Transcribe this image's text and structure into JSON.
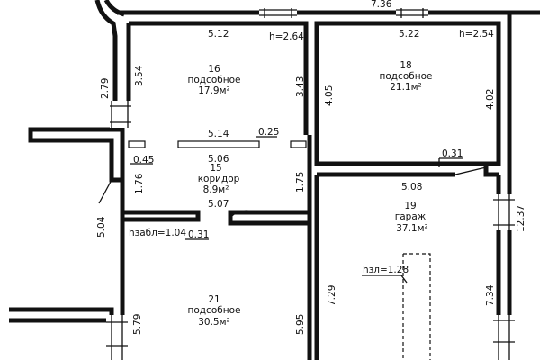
{
  "rooms": {
    "r16": {
      "number": "16",
      "name": "подсобное",
      "area": "17.9м²"
    },
    "r18": {
      "number": "18",
      "name": "подсобное",
      "area": "21.1м²"
    },
    "r15": {
      "number": "15",
      "name": "коридор",
      "area": "8.9м²"
    },
    "r19": {
      "number": "19",
      "name": "гараж",
      "area": "37.1м²"
    },
    "r21": {
      "number": "21",
      "name": "подсобное",
      "area": "30.5м²"
    }
  },
  "heights": {
    "h16": "h=2.64",
    "h18": "h=2.54",
    "h_beam": "hзабл=1.04",
    "h_pit": "hзл=1.28"
  },
  "dims": {
    "top_736": "7.36",
    "d512": "5.12",
    "d522": "5.22",
    "d279": "2.79",
    "d354": "3.54",
    "d343": "3.43",
    "d405": "4.05",
    "d402": "4.02",
    "d514": "5.14",
    "d025": "0.25",
    "d506": "5.06",
    "d031a": "0.31",
    "d045": "0.45",
    "d176": "1.76",
    "d175": "1.75",
    "d508": "5.08",
    "d507": "5.07",
    "d504": "5.04",
    "d031b": "0.31",
    "d1237": "12.37",
    "d729": "7.29",
    "d734": "7.34",
    "d579": "5.79",
    "d595": "5.95"
  }
}
